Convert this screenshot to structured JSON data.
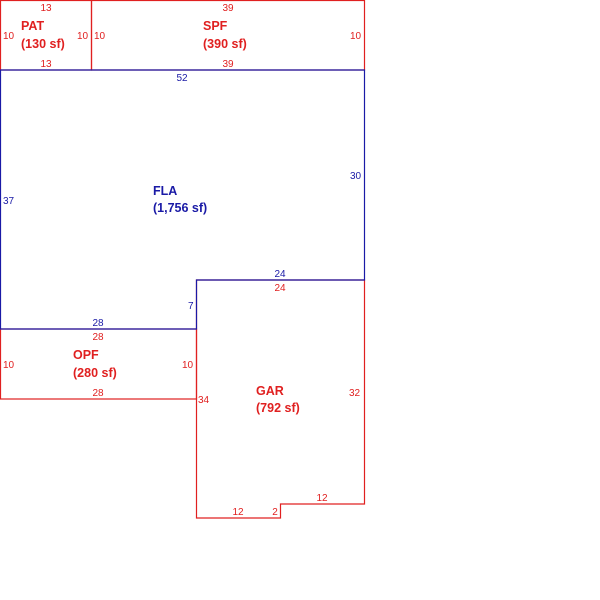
{
  "colors": {
    "living_area": "#1a1aa6",
    "other_area": "#e02020"
  },
  "areas": {
    "pat": {
      "name": "PAT",
      "size": "(130 sf)"
    },
    "spf": {
      "name": "SPF",
      "size": "(390 sf)"
    },
    "fla": {
      "name": "FLA",
      "size": "(1,756 sf)"
    },
    "opf": {
      "name": "OPF",
      "size": "(280 sf)"
    },
    "gar": {
      "name": "GAR",
      "size": "(792 sf)"
    }
  },
  "dimensions": {
    "pat_top": "13",
    "pat_bottom": "13",
    "pat_left": "10",
    "pat_right": "10",
    "spf_top": "39",
    "spf_bottom": "39",
    "spf_left": "10",
    "spf_right": "10",
    "fla_top": "52",
    "fla_left": "37",
    "fla_right": "30",
    "fla_step_top": "24",
    "fla_step_left": "7",
    "fla_bottom": "28",
    "opf_top": "28",
    "opf_bottom": "28",
    "opf_left": "10",
    "opf_right": "10",
    "gar_top": "24",
    "gar_left": "34",
    "gar_right": "32",
    "gar_bottom_left": "12",
    "gar_notch": "2",
    "gar_bottom_right": "12"
  }
}
